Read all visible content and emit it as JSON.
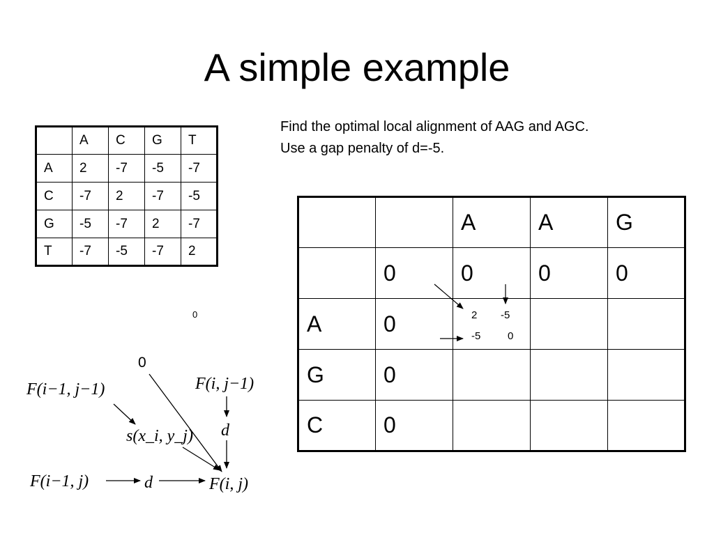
{
  "title": "A simple example",
  "instructions": {
    "line1": "Find the optimal local alignment of AAG and AGC.",
    "line2": "Use a gap penalty of d=-5."
  },
  "score_matrix": {
    "header": [
      "",
      "A",
      "C",
      "G",
      "T"
    ],
    "rows": [
      [
        "A",
        "2",
        "-7",
        "-5",
        "-7"
      ],
      [
        "C",
        "-7",
        "2",
        "-7",
        "-5"
      ],
      [
        "G",
        "-5",
        "-7",
        "2",
        "-7"
      ],
      [
        "T",
        "-7",
        "-5",
        "-7",
        "2"
      ]
    ]
  },
  "dp_matrix": {
    "header": [
      "",
      "",
      "A",
      "A",
      "G"
    ],
    "rows": [
      [
        "",
        "0",
        "0",
        "0",
        "0"
      ],
      [
        "A",
        "0",
        "",
        "",
        ""
      ],
      [
        "G",
        "0",
        "",
        "",
        ""
      ],
      [
        "C",
        "0",
        "",
        "",
        ""
      ]
    ],
    "cell_annotation": {
      "diag_value": "2",
      "up_value": "-5",
      "left_value": "-5",
      "zero_value": "0"
    }
  },
  "stray_zero": "0",
  "recurrence": {
    "zero": "0",
    "diag_source": "F(i−1, j−1)",
    "up_source": "F(i, j−1)",
    "left_source": "F(i−1, j)",
    "score_term": "s(x_i, y_j)",
    "gap_up": "d",
    "gap_left": "d",
    "target": "F(i, j)"
  }
}
